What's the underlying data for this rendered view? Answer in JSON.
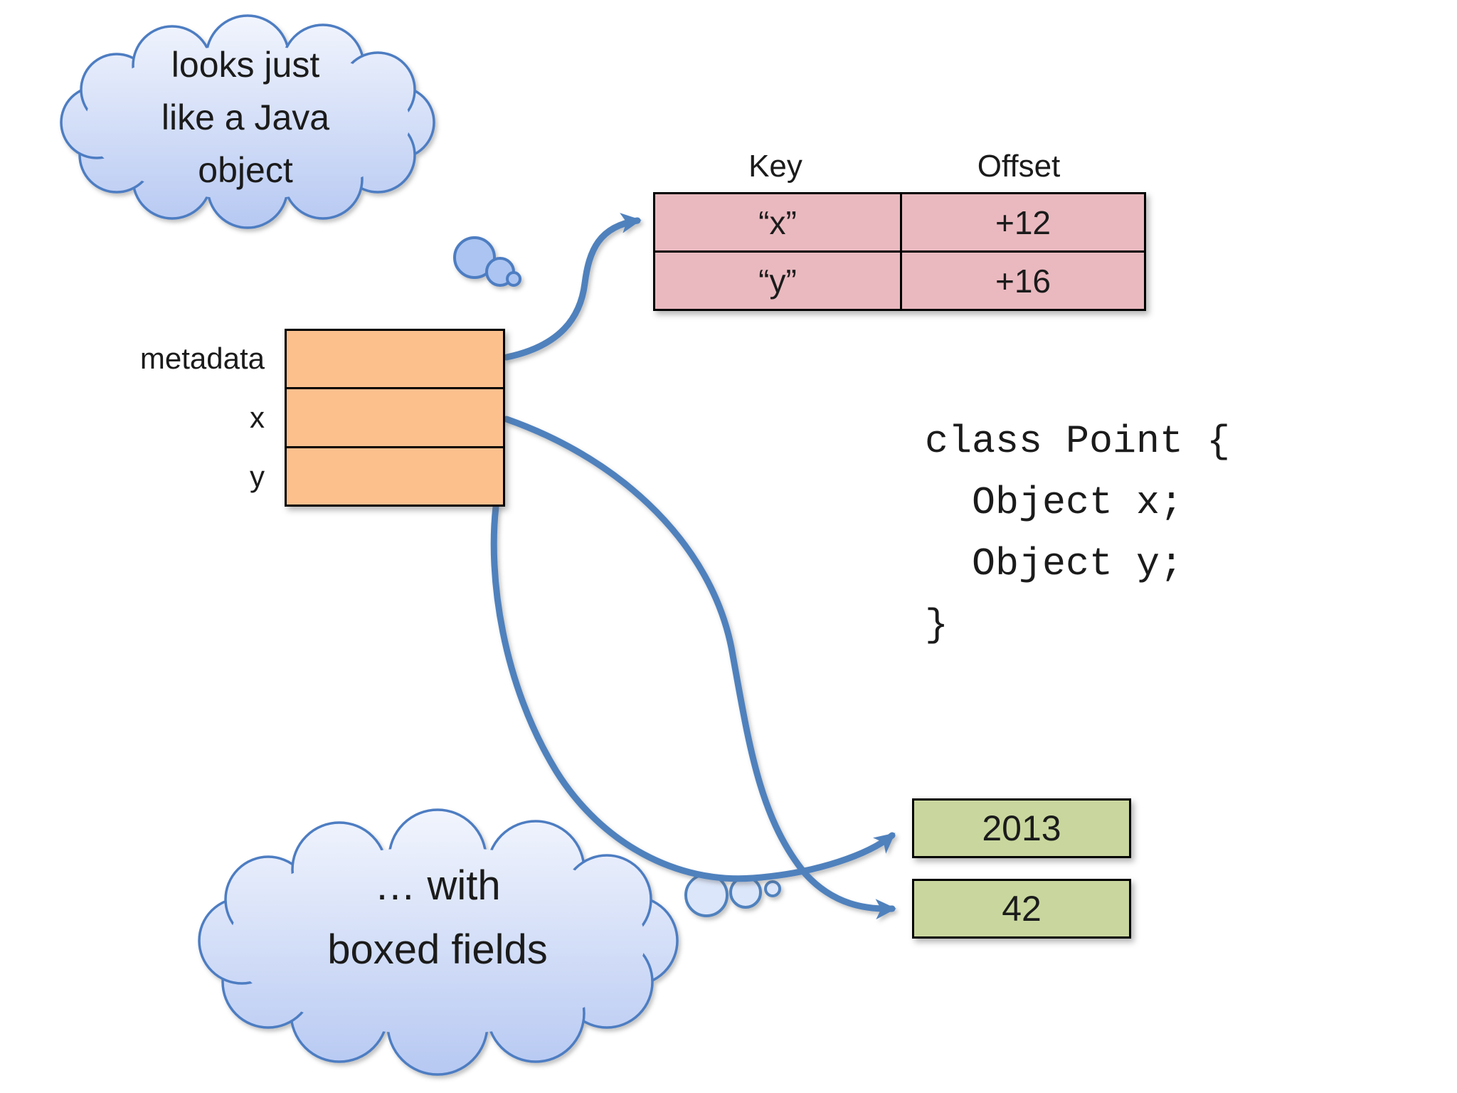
{
  "clouds": {
    "top": {
      "lines": [
        "looks just",
        "like a Java",
        "object"
      ]
    },
    "bottom": {
      "lines": [
        "… with",
        "boxed fields"
      ]
    }
  },
  "hashtable": {
    "headers": [
      "Key",
      "Offset"
    ],
    "rows": [
      {
        "key": "“x”",
        "offset": "+12"
      },
      {
        "key": "“y”",
        "offset": "+16"
      }
    ]
  },
  "object_box": {
    "field_labels": [
      "metadata",
      "x",
      "y"
    ]
  },
  "code": {
    "lines": [
      "class Point {",
      "  Object x;",
      "  Object y;",
      "}"
    ]
  },
  "value_boxes": [
    "2013",
    "42"
  ],
  "colors": {
    "background": "#ffffff",
    "text_black": "#1b1b1b",
    "pink_cell": "#e9b9bf",
    "orange_cell": "#fcc08d",
    "green_cell": "#c9d79e",
    "arrow_blue": "#4f81bd",
    "cloud_border": "#4d7dc2",
    "cloud_fill_light": "#f2f5fd",
    "cloud_fill_dark": "#b6c8f2",
    "bubble_fill": "#abc4f1",
    "bubble_fill_light": "#dbe6fa",
    "border_black": "#000000"
  }
}
